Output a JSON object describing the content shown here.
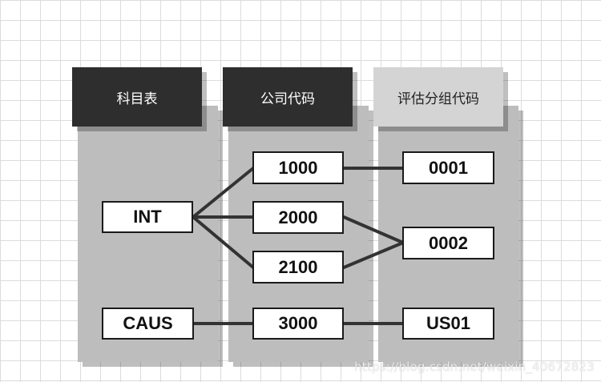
{
  "columns": {
    "accounts": {
      "header": "科目表"
    },
    "companies": {
      "header": "公司代码"
    },
    "valuation": {
      "header": "评估分组代码"
    }
  },
  "nodes": {
    "int": "INT",
    "caus": "CAUS",
    "c1000": "1000",
    "c2000": "2000",
    "c2100": "2100",
    "c3000": "3000",
    "v0001": "0001",
    "v0002": "0002",
    "us01": "US01"
  },
  "links": [
    [
      "INT",
      "1000"
    ],
    [
      "INT",
      "2000"
    ],
    [
      "INT",
      "2100"
    ],
    [
      "CAUS",
      "3000"
    ],
    [
      "1000",
      "0001"
    ],
    [
      "2000",
      "0002"
    ],
    [
      "2100",
      "0002"
    ],
    [
      "3000",
      "US01"
    ]
  ],
  "watermark": "https://blog.csdn.net/weixin_40672823",
  "colors": {
    "header_dark": "#2e2e2e",
    "header_light": "#d4d4d4",
    "column_bg": "#bdbdbd",
    "line": "#333333"
  }
}
